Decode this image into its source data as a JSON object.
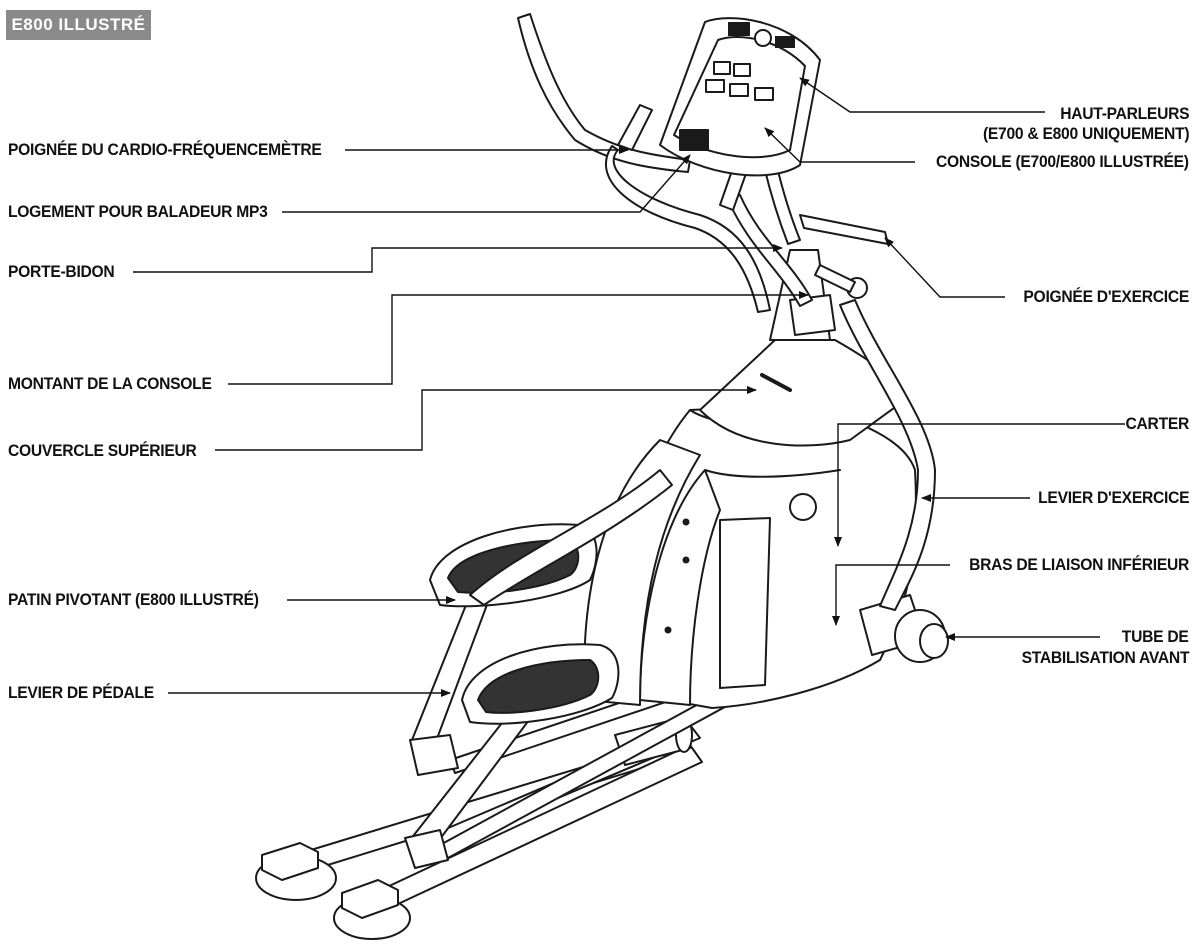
{
  "badge": "E800 ILLUSTRÉ",
  "labels": {
    "pulse_grip": "POIGNÉE DU CARDIO-FRÉQUENCEMÈTRE",
    "mp3_holder": "LOGEMENT POUR BALADEUR MP3",
    "bottle_holder": "PORTE-BIDON",
    "console_mast": "MONTANT DE LA CONSOLE",
    "top_cover": "COUVERCLE SUPÉRIEUR",
    "pivot_pad": "PATIN PIVOTANT (E800 ILLUSTRÉ)",
    "pedal_lever": "LEVIER DE PÉDALE",
    "speakers_1": "HAUT-PARLEURS",
    "speakers_2": "(E700 & E800 UNIQUEMENT)",
    "console": "CONSOLE (E700/E800 ILLUSTRÉE)",
    "exercise_handle": "POIGNÉE D'EXERCICE",
    "shroud": "CARTER",
    "exercise_lever": "LEVIER D'EXERCICE",
    "lower_link_arm": "BRAS DE LIAISON INFÉRIEUR",
    "stabilizer_1": "TUBE DE",
    "stabilizer_2": "STABILISATION AVANT"
  }
}
